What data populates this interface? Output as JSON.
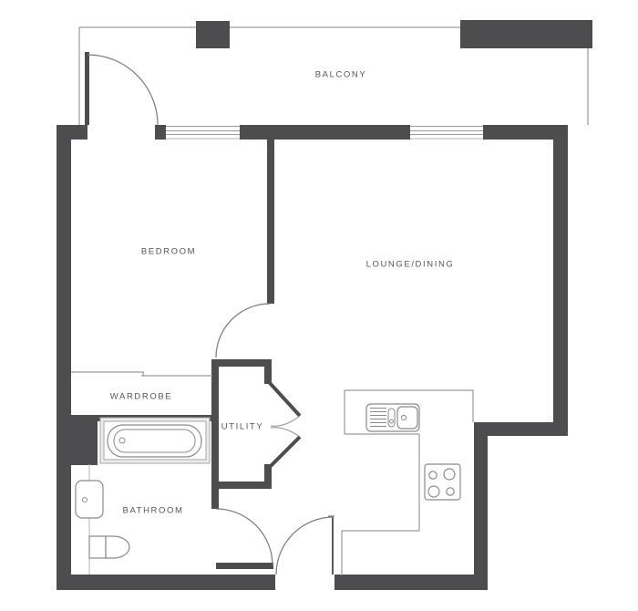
{
  "rooms": {
    "balcony": {
      "label": "BALCONY"
    },
    "bedroom": {
      "label": "BEDROOM"
    },
    "lounge_dining": {
      "label": "LOUNGE/DINING"
    },
    "wardrobe": {
      "label": "WARDROBE"
    },
    "utility": {
      "label": "UTILITY"
    },
    "bathroom": {
      "label": "BATHROOM"
    }
  },
  "doors": [
    "balcony-door",
    "bedroom-door",
    "utility-bifold-door",
    "bathroom-door",
    "entrance-door"
  ],
  "windows": [
    "top-wall-window-left",
    "top-wall-window-right"
  ],
  "fixtures": [
    "bathtub",
    "wash-basin",
    "toilet",
    "kitchen-sink",
    "hob",
    "kitchen-counter",
    "wardrobe-sliding-doors"
  ],
  "colors": {
    "wall": "#4d4d4f",
    "thin_line": "#9a9a9a",
    "door_arc": "#7a7a7a",
    "fixture_line": "#8a8a8a",
    "label_text": "#56565a",
    "background": "#ffffff"
  }
}
